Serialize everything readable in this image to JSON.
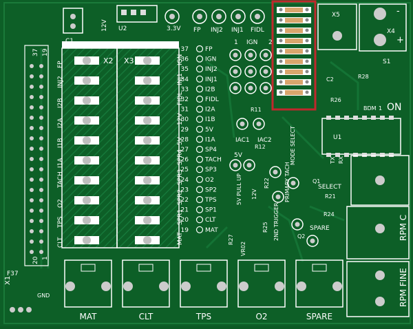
{
  "board": {
    "top_labels": {
      "c1": "C1",
      "v12": "12V",
      "u2": "U2",
      "v33": "3.3V",
      "fp": "FP",
      "inj2": "INJ2",
      "inj1": "INJ1",
      "fidl": "FIDL",
      "x5": "X5",
      "x4": "X4",
      "minus": "-",
      "plus": "+"
    },
    "header": {
      "x2": "X2",
      "x3": "X3",
      "n37": "37",
      "n19": "19",
      "n20": "20",
      "n1": "1",
      "f37": "F37",
      "x1": "X1",
      "gnd": "GND"
    },
    "left_vertical_labels": [
      "CLT",
      "TPS",
      "O2",
      "TACH",
      "I1A",
      "I1B",
      "I2A",
      "I2B",
      "INJ2",
      "FP"
    ],
    "x3_vertical_labels": [
      "MAT",
      "SPR1",
      "SPR2",
      "SPR3",
      "SPR4",
      "5V",
      "12V",
      "FIDL",
      "INJ1",
      "IGN"
    ],
    "pin_rows": [
      {
        "num": "37",
        "label": "FP"
      },
      {
        "num": "36",
        "label": "IGN"
      },
      {
        "num": "35",
        "label": "INJ2"
      },
      {
        "num": "34",
        "label": "INJ1"
      },
      {
        "num": "33",
        "label": "I2B"
      },
      {
        "num": "32",
        "label": "FIDL"
      },
      {
        "num": "31",
        "label": "I2A"
      },
      {
        "num": "30",
        "label": "I1B"
      },
      {
        "num": "29",
        "label": "5V"
      },
      {
        "num": "28",
        "label": "I1A"
      },
      {
        "num": "27",
        "label": "SP4"
      },
      {
        "num": "26",
        "label": "TACH"
      },
      {
        "num": "25",
        "label": "SP3"
      },
      {
        "num": "24",
        "label": "O2"
      },
      {
        "num": "23",
        "label": "SP2"
      },
      {
        "num": "22",
        "label": "TPS"
      },
      {
        "num": "21",
        "label": "SP1"
      },
      {
        "num": "20",
        "label": "CLT"
      },
      {
        "num": "19",
        "label": "MAT"
      }
    ],
    "center_labels": {
      "ign": "IGN",
      "one": "1",
      "two": "2",
      "r11": "R11",
      "iac1": "IAC1",
      "iac2": "IAC2",
      "r12": "R12",
      "v5": "5V",
      "r22": "R22",
      "pull_up": "5V PULL UP",
      "p12v": "12V",
      "primary_tach": "PRIMARY TACH",
      "mode_select": "MODE SELECT",
      "r25": "R25",
      "r27": "R27",
      "second_trigger": "2ND TRIGGER",
      "vr02": "VR02",
      "spare": "SPARE",
      "q1": "Q1",
      "q2": "Q2"
    },
    "right_labels": {
      "s1": "S1",
      "r28": "R28",
      "c2": "C2",
      "r26": "R26",
      "bdm": "BDM",
      "on": "ON",
      "one": "1",
      "u1": "U1",
      "tx": "TX",
      "rx": "RX",
      "select": "SELECT",
      "r21": "R21",
      "r24": "R24",
      "rpm_c": "RPM C",
      "rpm_fine": "RPM FINE"
    },
    "bottom_labels": [
      "MAT",
      "CLT",
      "TPS",
      "O2",
      "SPARE"
    ]
  }
}
